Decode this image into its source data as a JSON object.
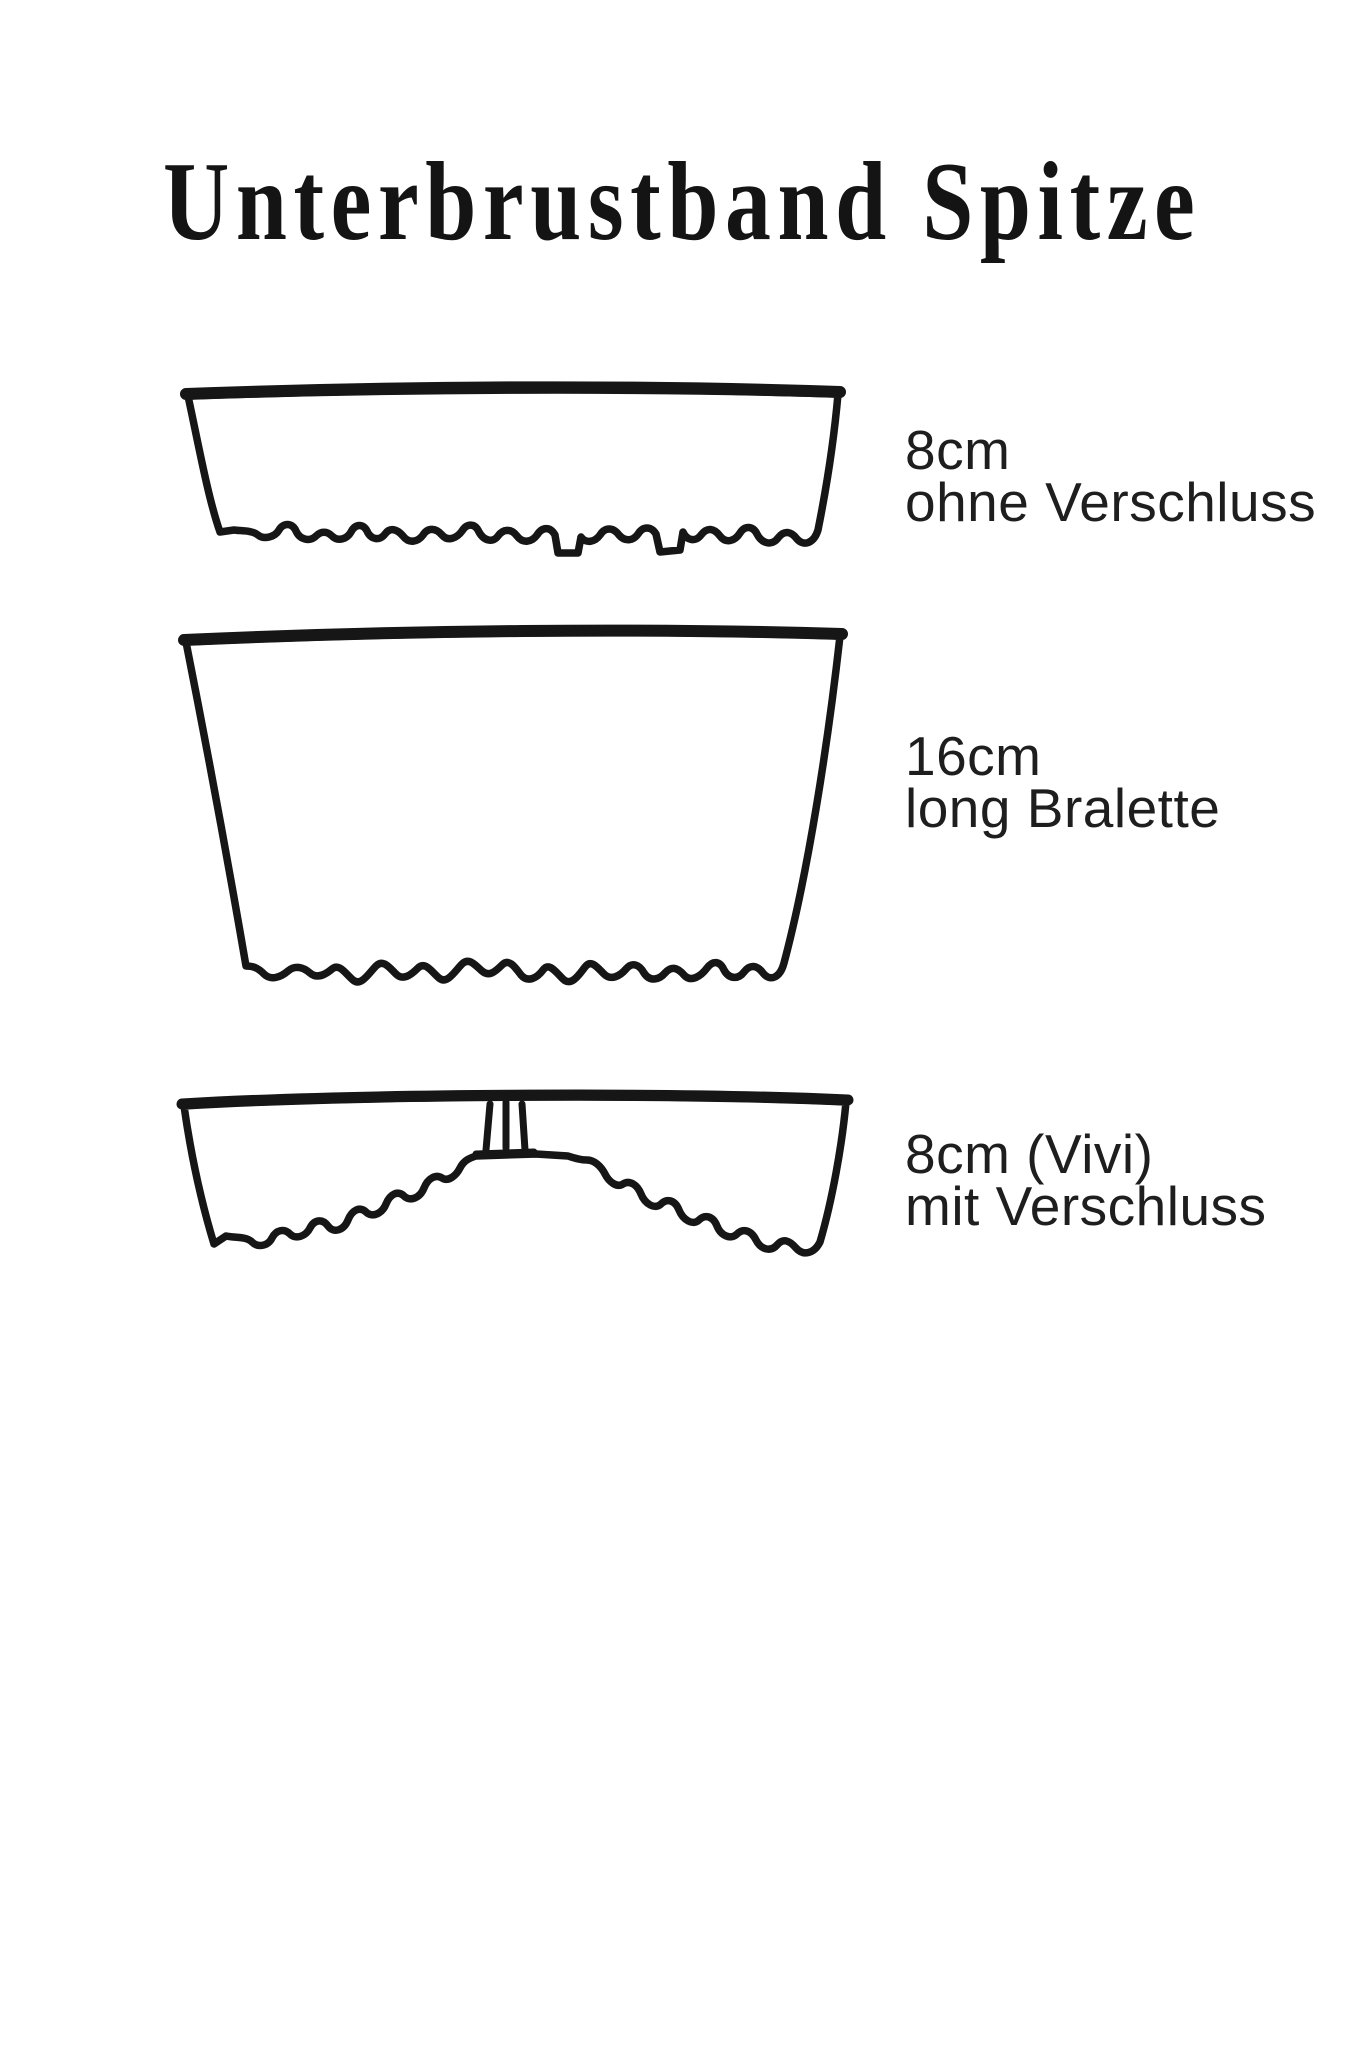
{
  "title": "Unterbrustband Spitze",
  "figures": [
    {
      "size": "8cm",
      "desc": "ohne Verschluss"
    },
    {
      "size": "16cm",
      "desc": "long Bralette"
    },
    {
      "size": "8cm (Vivi)",
      "desc": "mit Verschluss"
    }
  ],
  "colors": {
    "ink": "#161616",
    "background": "#ffffff"
  }
}
